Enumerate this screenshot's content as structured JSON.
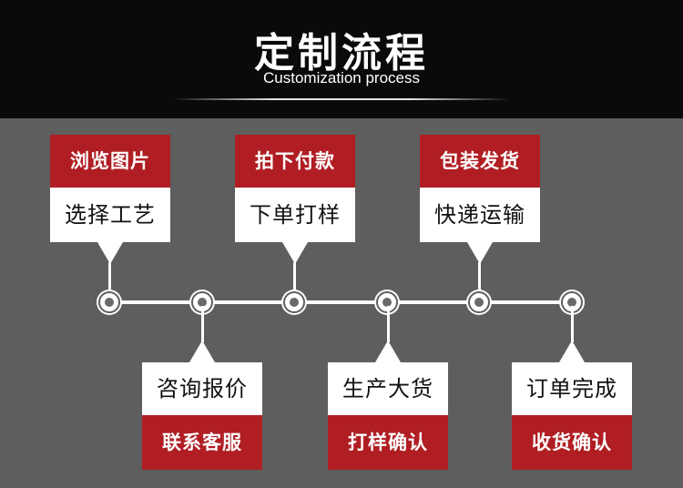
{
  "header": {
    "title": "定制流程",
    "subtitle": "Customization process"
  },
  "colors": {
    "background": "#5e5e5e",
    "header_background": "#0a0a0a",
    "accent_red": "#b01e23",
    "card_white": "#ffffff"
  },
  "top_steps": [
    {
      "red_label": "浏览图片",
      "white_label": "选择工艺"
    },
    {
      "red_label": "拍下付款",
      "white_label": "下单打样"
    },
    {
      "red_label": "包装发货",
      "white_label": "快递运输"
    }
  ],
  "bottom_steps": [
    {
      "white_label": "咨询报价",
      "red_label": "联系客服"
    },
    {
      "white_label": "生产大货",
      "red_label": "打样确认"
    },
    {
      "white_label": "订单完成",
      "red_label": "收货确认"
    }
  ]
}
